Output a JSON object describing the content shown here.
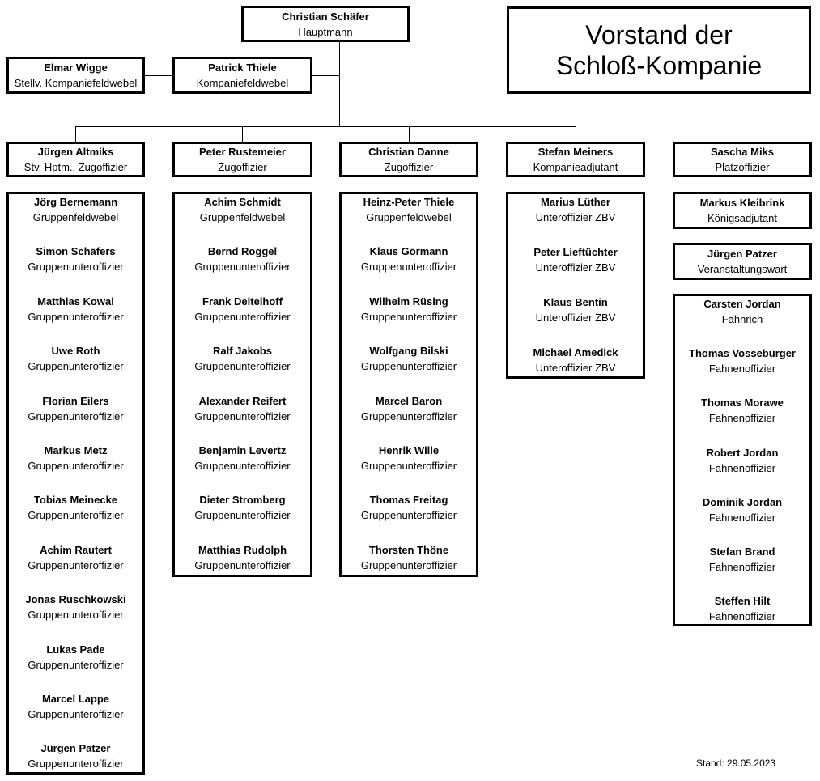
{
  "title": {
    "line1": "Vorstand der",
    "line2": "Schloß-Kompanie"
  },
  "stand": "Stand: 29.05.2023",
  "top": {
    "name": "Christian Schäfer",
    "role": "Hauptmann"
  },
  "patrick": {
    "name": "Patrick Thiele",
    "role": "Kompaniefeldwebel"
  },
  "elmar": {
    "name": "Elmar Wigge",
    "role": "Stellv. Kompaniefeldwebel"
  },
  "columns": [
    {
      "head": {
        "name": "Jürgen Altmiks",
        "role": "Stv. Hptm., Zugoffizier"
      },
      "members": [
        {
          "name": "Jörg Bernemann",
          "role": "Gruppenfeldwebel"
        },
        {
          "name": "Simon Schäfers",
          "role": "Gruppenunteroffizier"
        },
        {
          "name": "Matthias Kowal",
          "role": "Gruppenunteroffizier"
        },
        {
          "name": "Uwe Roth",
          "role": "Gruppenunteroffizier"
        },
        {
          "name": "Florian Eilers",
          "role": "Gruppenunteroffizier"
        },
        {
          "name": "Markus Metz",
          "role": "Gruppenunteroffizier"
        },
        {
          "name": "Tobias Meinecke",
          "role": "Gruppenunteroffizier"
        },
        {
          "name": "Achim Rautert",
          "role": "Gruppenunteroffizier"
        },
        {
          "name": "Jonas Ruschkowski",
          "role": "Gruppenunteroffizier"
        },
        {
          "name": "Lukas Pade",
          "role": "Gruppenunteroffizier"
        },
        {
          "name": "Marcel Lappe",
          "role": "Gruppenunteroffizier"
        },
        {
          "name": "Jürgen Patzer",
          "role": "Gruppenunteroffizier"
        }
      ]
    },
    {
      "head": {
        "name": "Peter Rustemeier",
        "role": "Zugoffizier"
      },
      "members": [
        {
          "name": "Achim Schmidt",
          "role": "Gruppenfeldwebel"
        },
        {
          "name": "Bernd Roggel",
          "role": "Gruppenunteroffizier"
        },
        {
          "name": "Frank Deitelhoff",
          "role": "Gruppenunteroffizier"
        },
        {
          "name": "Ralf Jakobs",
          "role": "Gruppenunteroffizier"
        },
        {
          "name": "Alexander Reifert",
          "role": "Gruppenunteroffizier"
        },
        {
          "name": "Benjamin Levertz",
          "role": "Gruppenunteroffizier"
        },
        {
          "name": "Dieter Stromberg",
          "role": "Gruppenunteroffizier"
        },
        {
          "name": "Matthias Rudolph",
          "role": "Gruppenunteroffizier"
        }
      ]
    },
    {
      "head": {
        "name": "Christian Danne",
        "role": "Zugoffizier"
      },
      "members": [
        {
          "name": "Heinz-Peter Thiele",
          "role": "Gruppenfeldwebel"
        },
        {
          "name": "Klaus Görmann",
          "role": "Gruppenunteroffizier"
        },
        {
          "name": "Wilhelm Rüsing",
          "role": "Gruppenunteroffizier"
        },
        {
          "name": "Wolfgang Bilski",
          "role": "Gruppenunteroffizier"
        },
        {
          "name": "Marcel Baron",
          "role": "Gruppenunteroffizier"
        },
        {
          "name": "Henrik Wille",
          "role": "Gruppenunteroffizier"
        },
        {
          "name": "Thomas Freitag",
          "role": "Gruppenunteroffizier"
        },
        {
          "name": "Thorsten Thöne",
          "role": "Gruppenunteroffizier"
        }
      ]
    },
    {
      "head": {
        "name": "Stefan Meiners",
        "role": "Kompanieadjutant"
      },
      "members": [
        {
          "name": "Marius Lüther",
          "role": "Unteroffizier ZBV"
        },
        {
          "name": "Peter Lieftüchter",
          "role": "Unteroffizier ZBV"
        },
        {
          "name": "Klaus Bentin",
          "role": "Unteroffizier ZBV"
        },
        {
          "name": "Michael Amedick",
          "role": "Unteroffizier ZBV"
        }
      ]
    }
  ],
  "right": {
    "platz": {
      "name": "Sascha Miks",
      "role": "Platzoffizier"
    },
    "koenig": {
      "name": "Markus Kleibrink",
      "role": "Königsadjutant"
    },
    "veranst": {
      "name": "Jürgen Patzer",
      "role": "Veranstaltungswart"
    },
    "fahne": [
      {
        "name": "Carsten Jordan",
        "role": "Fähnrich"
      },
      {
        "name": "Thomas Vossebürger",
        "role": "Fahnenoffizier"
      },
      {
        "name": "Thomas Morawe",
        "role": "Fahnenoffizier"
      },
      {
        "name": "Robert Jordan",
        "role": "Fahnenoffizier"
      },
      {
        "name": "Dominik Jordan",
        "role": "Fahnenoffizier"
      },
      {
        "name": "Stefan Brand",
        "role": "Fahnenoffizier"
      },
      {
        "name": "Steffen Hilt",
        "role": "Fahnenoffizier"
      }
    ]
  }
}
